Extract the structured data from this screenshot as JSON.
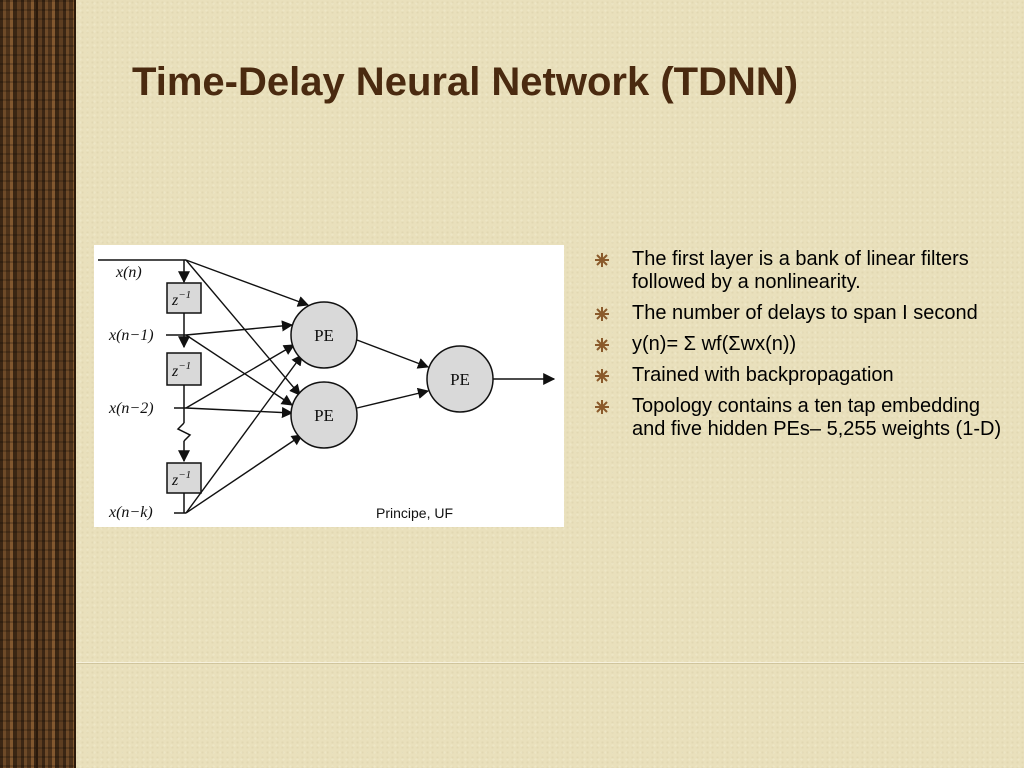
{
  "slide": {
    "title": "Time-Delay Neural Network (TDNN)",
    "caption": "Principe, UF"
  },
  "diagram": {
    "inputs": [
      "x(n)",
      "x(n−1)",
      "x(n−2)",
      "x(n−k)"
    ],
    "delay_label": "z",
    "delay_exponent": "−1",
    "node_label": "PE",
    "colors": {
      "node_fill": "#d9d9d9",
      "stroke": "#111111"
    }
  },
  "bullets": [
    "The first layer is a bank of linear filters followed by a nonlinearity.",
    "The number of delays to span I second",
    "y(n)= Σ wf(Σwx(n))",
    "Trained with backpropagation",
    "Topology contains a ten tap embedding and five hidden PEs– 5,255 weights (1-D)"
  ],
  "colors": {
    "title": "#4a2a10",
    "background": "#e9e0bc",
    "bullet_icon": "#8a5a2b"
  }
}
